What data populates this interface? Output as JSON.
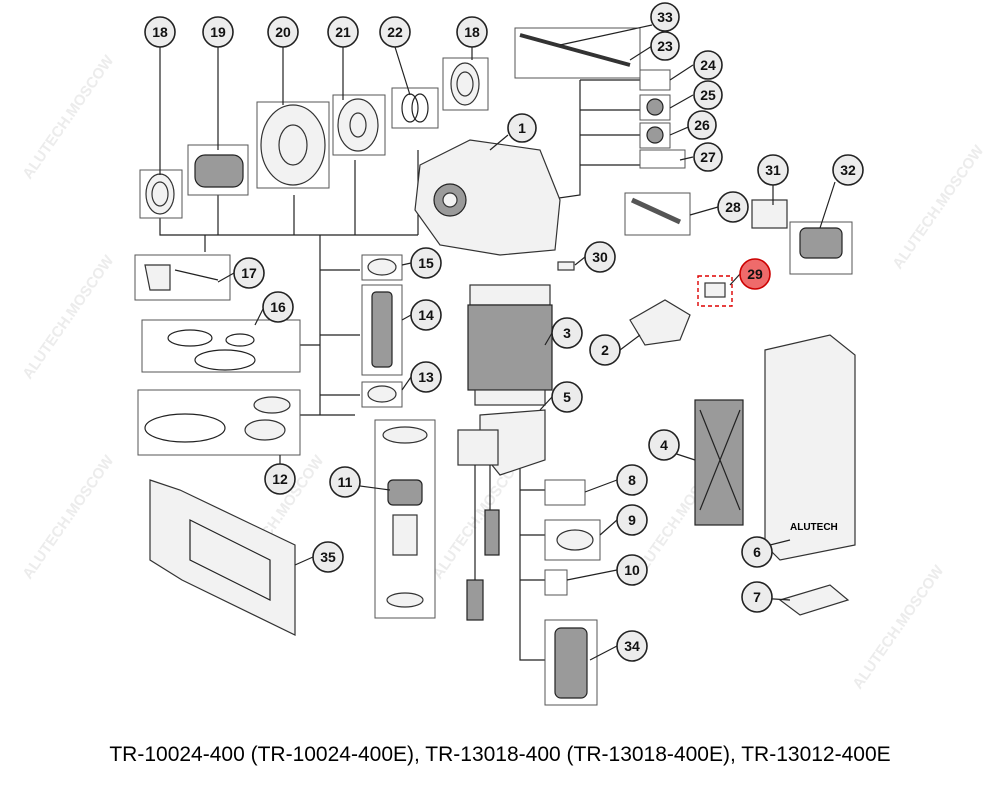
{
  "watermark": "ALUTECH.MOSCOW",
  "callouts": [
    "18",
    "19",
    "20",
    "21",
    "22",
    "18",
    "33",
    "23",
    "24",
    "25",
    "26",
    "27",
    "1",
    "28",
    "31",
    "32",
    "29",
    "30",
    "17",
    "15",
    "16",
    "14",
    "3",
    "2",
    "13",
    "5",
    "4",
    "12",
    "11",
    "8",
    "9",
    "6",
    "35",
    "10",
    "7",
    "34"
  ],
  "highlight_color": "#ef6b6b",
  "motor_label": "ALUTECH",
  "caption": "TR-10024-400 (TR-10024-400E), TR-13018-400 (TR-13018-400E), TR-13012-400E"
}
